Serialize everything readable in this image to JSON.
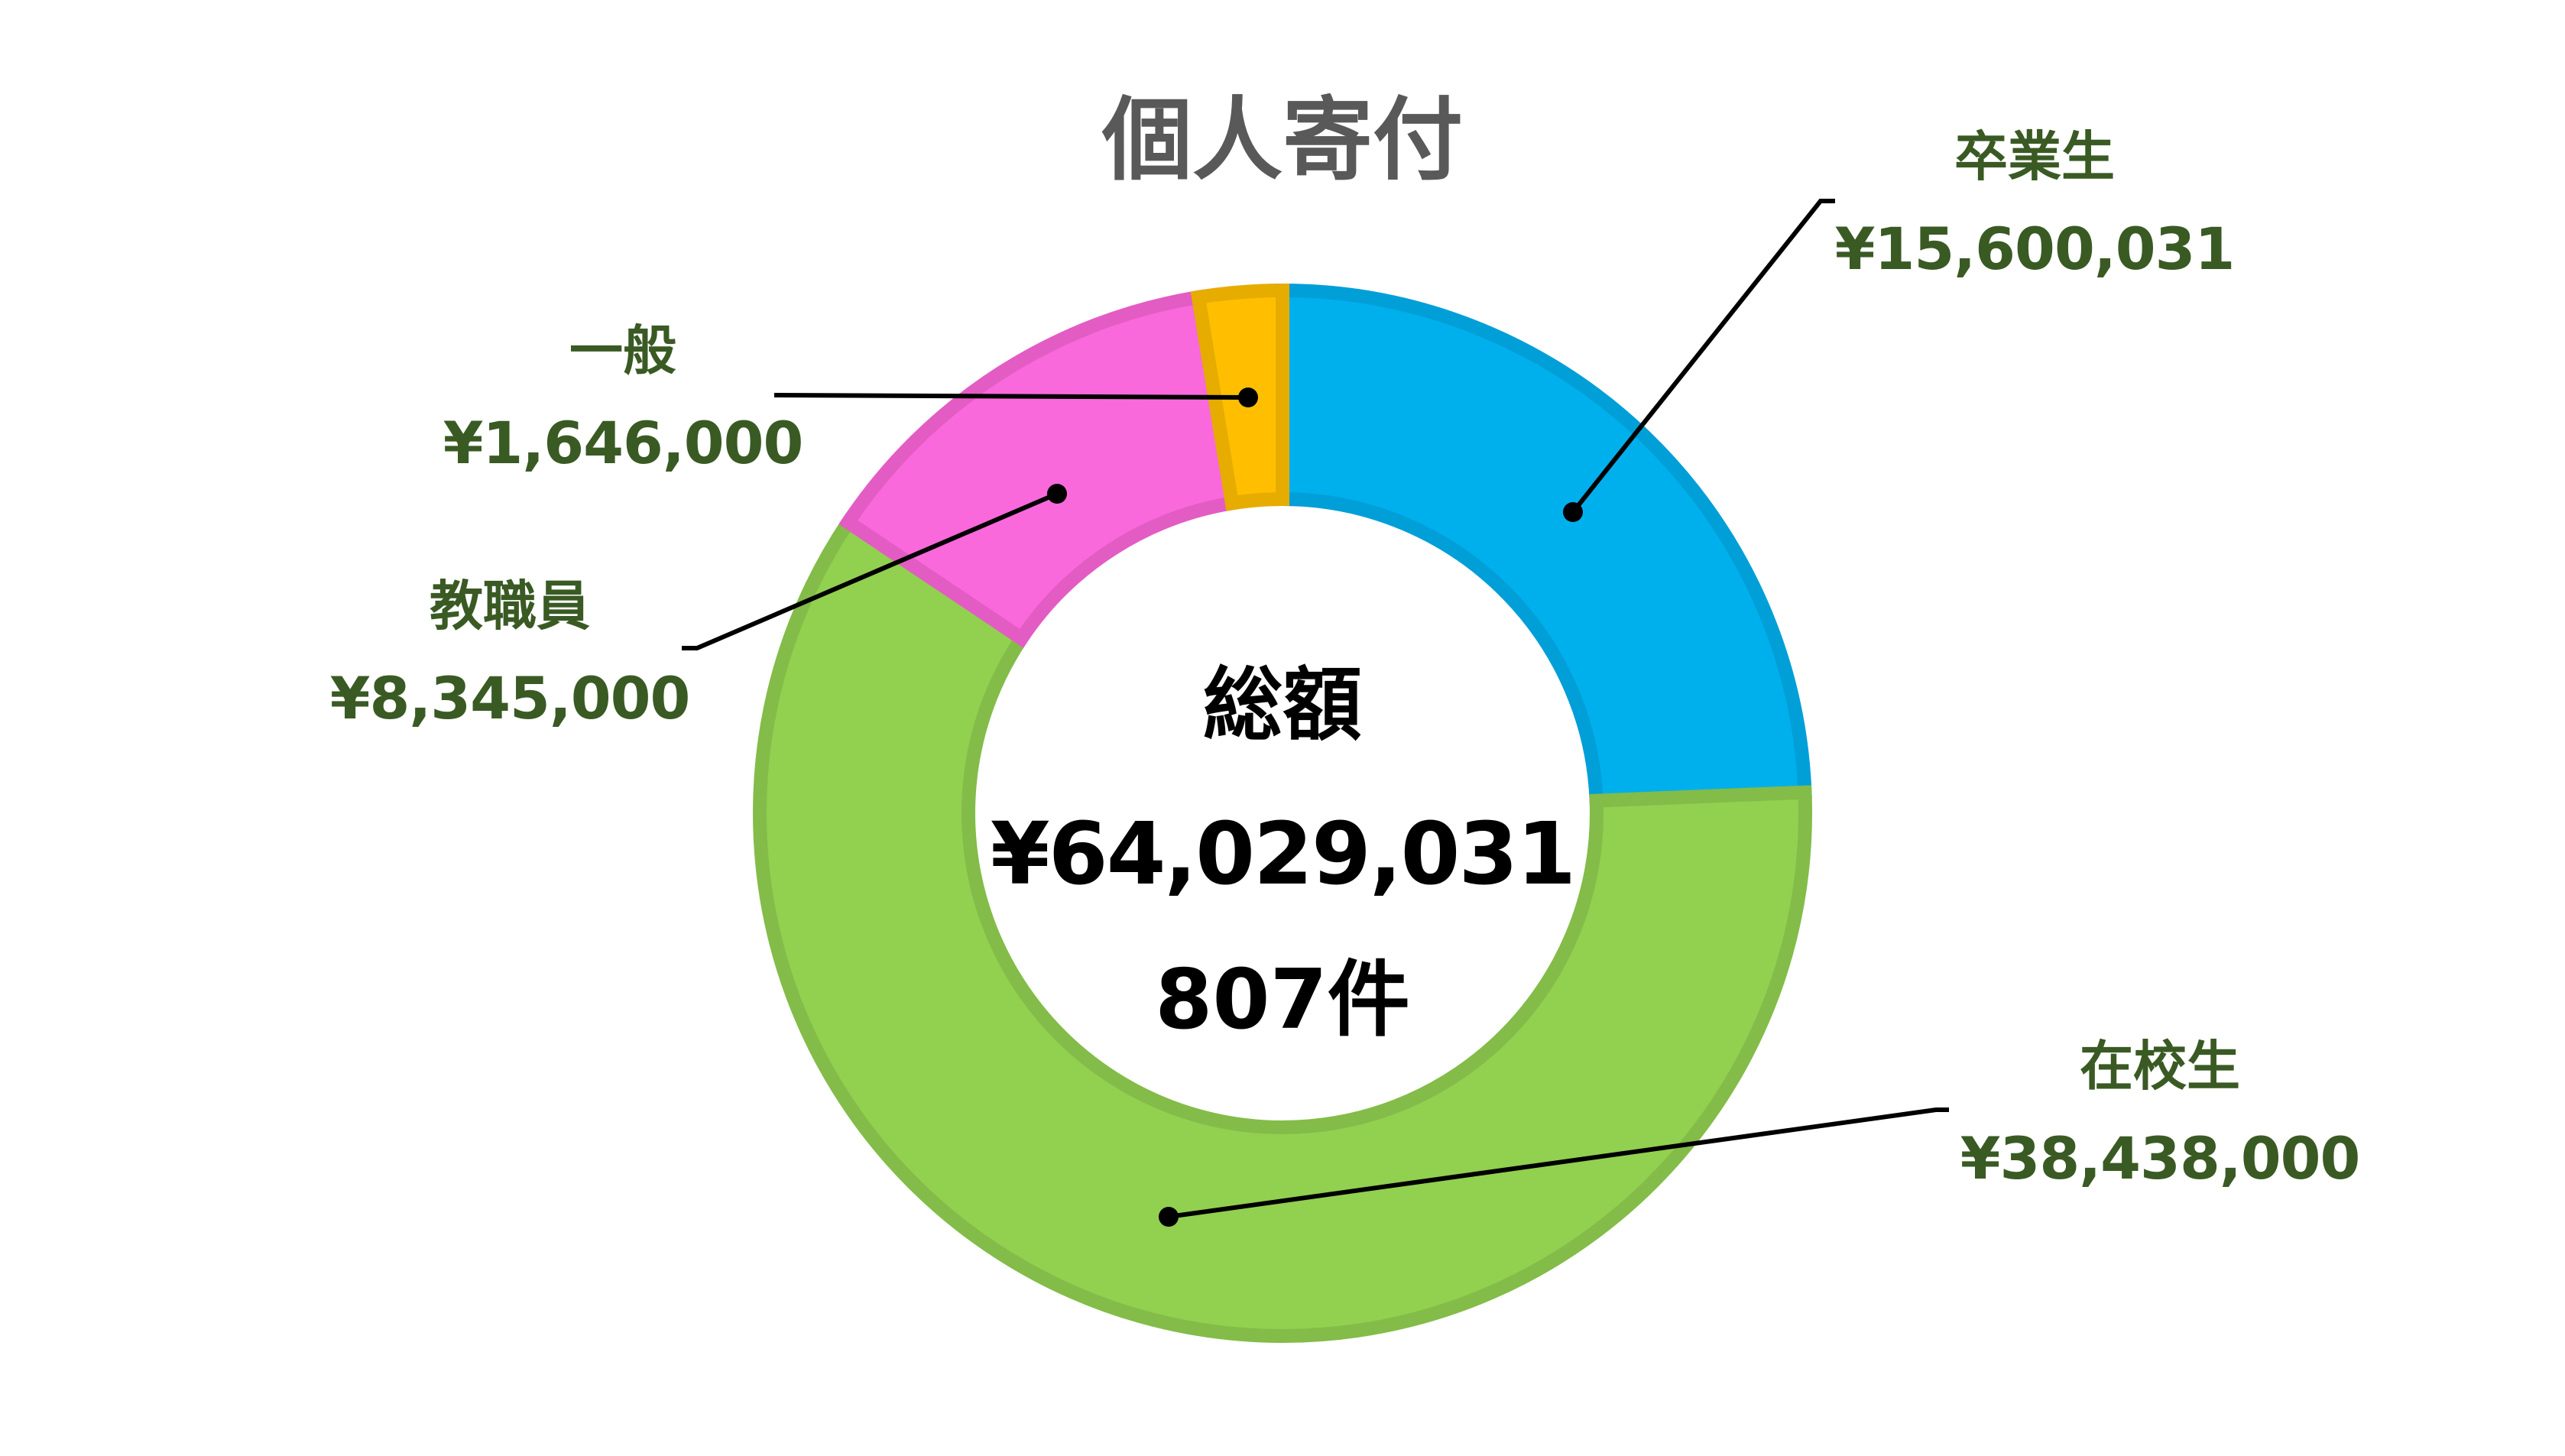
{
  "chart": {
    "title": "個人寄付",
    "center": {
      "label": "総額",
      "total": "¥64,029,031",
      "count": "807件"
    },
    "colors": {
      "title": "#595959",
      "label_text": "#3a5a24",
      "center_text": "#000000",
      "leader_line": "#000000"
    },
    "labels": [
      {
        "category": "卒業生",
        "value": "¥15,600,031"
      },
      {
        "category": "在校生",
        "value": "¥38,438,000"
      },
      {
        "category": "教職員",
        "value": "¥8,345,000"
      },
      {
        "category": "一般",
        "value": "¥1,646,000"
      }
    ]
  },
  "chart_data": {
    "type": "pie",
    "subtype": "donut",
    "title": "個人寄付",
    "categories": [
      "卒業生",
      "在校生",
      "教職員",
      "一般"
    ],
    "values": [
      15600031,
      38438000,
      8345000,
      1646000
    ],
    "value_labels": [
      "¥15,600,031",
      "¥38,438,000",
      "¥8,345,000",
      "¥1,646,000"
    ],
    "colors": [
      "#00b0ec",
      "#92d050",
      "#fa69dc",
      "#ffbf00"
    ],
    "border_colors": [
      "#009fd8",
      "#83bc48",
      "#e35cc4",
      "#e6ac00"
    ],
    "center_annotation": [
      "総額",
      "¥64,029,031",
      "807件"
    ],
    "total": 64029031,
    "count": 807,
    "start_angle_deg": 0,
    "direction": "clockwise",
    "legend": "none (data labels with leader lines)"
  }
}
